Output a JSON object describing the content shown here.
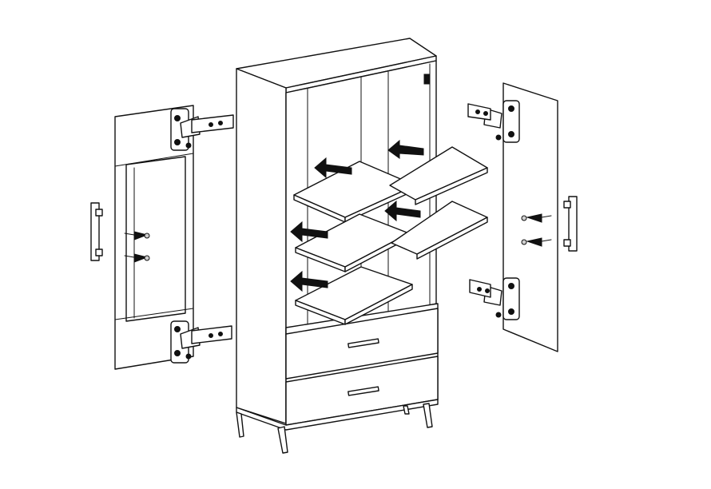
{
  "diagram": {
    "type": "furniture-assembly-illustration",
    "subject": "cabinet",
    "components": {
      "doors": 2,
      "shelves": 5,
      "drawers": 2,
      "legs": 4,
      "hinges": 4,
      "handles": 4,
      "screws": 4
    },
    "colors": {
      "line": "#111111",
      "background": "#ffffff",
      "arrow": "#111111"
    },
    "icons": [
      "hinge-icon",
      "screw-icon",
      "handle-icon",
      "arrow-icon"
    ]
  }
}
